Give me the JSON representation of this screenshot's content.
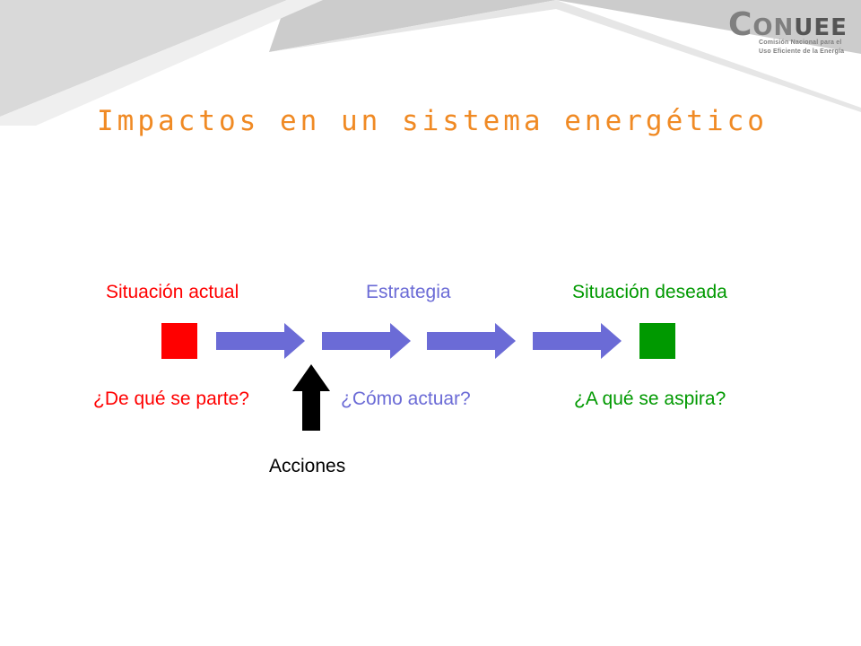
{
  "logo": {
    "brand_big_c": "C",
    "brand_on": "ON",
    "brand_uee": "UEE",
    "tagline_line1": "Comisión Nacional para el",
    "tagline_line2": "Uso Eficiente de la Energía"
  },
  "title": "Impactos en un sistema energético",
  "labels": {
    "current": "Situación actual",
    "strategy": "Estrategia",
    "desired": "Situación deseada",
    "q_current": "¿De qué se parte?",
    "q_strategy": "¿Cómo actuar?",
    "q_desired": "¿A qué se aspira?",
    "actions": "Acciones"
  },
  "colors": {
    "title": "#f08a24",
    "current": "#ff0000",
    "strategy": "#6b6bd6",
    "desired": "#009900",
    "arrow": "#6b6bd6",
    "actions_arrow": "#000000"
  }
}
